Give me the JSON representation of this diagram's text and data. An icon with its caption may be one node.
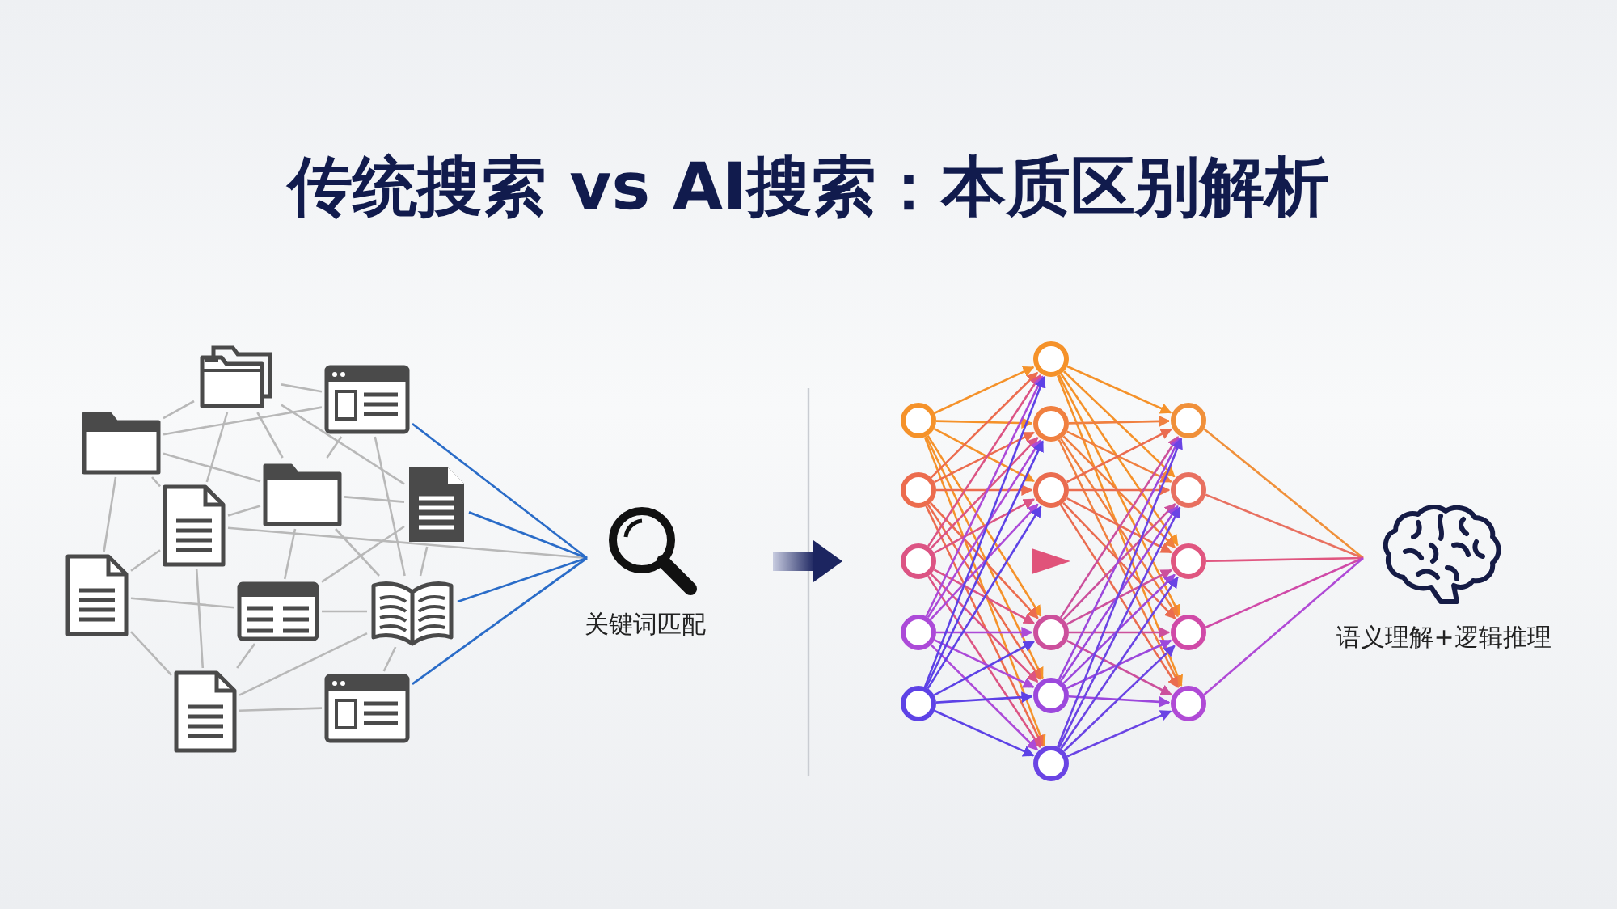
{
  "diagram": {
    "title": "传统搜索 vs AI搜索：本质区别解析",
    "nodes": [
      {
        "text": [],
        "shape": "picture"
      },
      {
        "text": [],
        "shape": "picture"
      },
      {
        "text": [],
        "shape": "picture"
      },
      {
        "text": [],
        "shape": "picture"
      },
      {
        "text": [],
        "shape": "picture"
      },
      {
        "text": [],
        "shape": "picture"
      },
      {
        "text": [],
        "shape": "picture"
      },
      {
        "text": [],
        "shape": "picture"
      },
      {
        "text": [],
        "shape": "picture"
      },
      {
        "text": [],
        "shape": "picture"
      },
      {
        "text": [],
        "shape": "picture"
      },
      {
        "text": [],
        "shape": "picture",
        "beside": [
          "关键词匹配"
        ]
      },
      {
        "text": [],
        "shape": "circle"
      },
      {
        "text": [],
        "shape": "circle"
      },
      {
        "text": [],
        "shape": "circle"
      },
      {
        "text": [],
        "shape": "circle"
      },
      {
        "text": [],
        "shape": "circle"
      },
      {
        "text": [],
        "shape": "circle"
      },
      {
        "text": [],
        "shape": "circle"
      },
      {
        "text": [],
        "shape": "circle"
      },
      {
        "text": [],
        "shape": "circle"
      },
      {
        "text": [],
        "shape": "circle"
      },
      {
        "text": [],
        "shape": "circle"
      },
      {
        "text": [],
        "shape": "circle"
      },
      {
        "text": [],
        "shape": "circle"
      },
      {
        "text": [],
        "shape": "circle"
      },
      {
        "text": [],
        "shape": "circle"
      },
      {
        "text": [],
        "shape": "circle"
      },
      {
        "text": [],
        "shape": "picture",
        "beside": [
          "语义理解+逻辑推理"
        ]
      }
    ],
    "edges": [
      {
        "from": 0,
        "to": 1,
        "arrow": "none",
        "color": "#b8b8b8"
      },
      {
        "from": 0,
        "to": 2,
        "arrow": "none",
        "color": "#b8b8b8"
      },
      {
        "from": 0,
        "to": 5,
        "arrow": "none",
        "color": "#b8b8b8"
      },
      {
        "from": 0,
        "to": 3,
        "arrow": "none",
        "color": "#b8b8b8"
      },
      {
        "from": 0,
        "to": 4,
        "arrow": "none",
        "color": "#b8b8b8"
      },
      {
        "from": 2,
        "to": 1,
        "arrow": "none",
        "color": "#b8b8b8"
      },
      {
        "from": 2,
        "to": 3,
        "arrow": "none",
        "color": "#b8b8b8"
      },
      {
        "from": 2,
        "to": 6,
        "arrow": "none",
        "color": "#b8b8b8"
      },
      {
        "from": 2,
        "to": 5,
        "arrow": "none",
        "color": "#b8b8b8"
      },
      {
        "from": 1,
        "to": 3,
        "arrow": "none",
        "color": "#b8b8b8"
      },
      {
        "from": 1,
        "to": 8,
        "arrow": "none",
        "color": "#b8b8b8"
      },
      {
        "from": 3,
        "to": 4,
        "arrow": "none",
        "color": "#b8b8b8"
      },
      {
        "from": 3,
        "to": 5,
        "arrow": "none",
        "color": "#b8b8b8"
      },
      {
        "from": 3,
        "to": 7,
        "arrow": "none",
        "color": "#b8b8b8"
      },
      {
        "from": 3,
        "to": 8,
        "arrow": "none",
        "color": "#b8b8b8"
      },
      {
        "from": 5,
        "to": 6,
        "arrow": "none",
        "color": "#b8b8b8"
      },
      {
        "from": 5,
        "to": 9,
        "arrow": "none",
        "color": "#b8b8b8"
      },
      {
        "from": 5,
        "to": 11,
        "arrow": "none",
        "color": "#b8b8b8"
      },
      {
        "from": 4,
        "to": 7,
        "arrow": "none",
        "color": "#b8b8b8"
      },
      {
        "from": 4,
        "to": 8,
        "arrow": "none",
        "color": "#b8b8b8"
      },
      {
        "from": 6,
        "to": 7,
        "arrow": "none",
        "color": "#b8b8b8"
      },
      {
        "from": 6,
        "to": 9,
        "arrow": "none",
        "color": "#b8b8b8"
      },
      {
        "from": 7,
        "to": 8,
        "arrow": "none",
        "color": "#b8b8b8"
      },
      {
        "from": 7,
        "to": 9,
        "arrow": "none",
        "color": "#b8b8b8"
      },
      {
        "from": 8,
        "to": 9,
        "arrow": "none",
        "color": "#b8b8b8"
      },
      {
        "from": 8,
        "to": 10,
        "arrow": "none",
        "color": "#b8b8b8"
      },
      {
        "from": 9,
        "to": 10,
        "arrow": "none",
        "color": "#b8b8b8"
      },
      {
        "from": 1,
        "to": 11,
        "arrow": "none",
        "color": "#2a6cc8"
      },
      {
        "from": 4,
        "to": 11,
        "arrow": "none",
        "color": "#2a6cc8"
      },
      {
        "from": 8,
        "to": 11,
        "arrow": "none",
        "color": "#2a6cc8"
      },
      {
        "from": 10,
        "to": 11,
        "arrow": "none",
        "color": "#2a6cc8"
      },
      {
        "from": 12,
        "to": 17,
        "arrow": "to",
        "color": "#f5922a"
      },
      {
        "from": 12,
        "to": 18,
        "arrow": "to",
        "color": "#f5922a"
      },
      {
        "from": 12,
        "to": 19,
        "arrow": "to",
        "color": "#f5922a"
      },
      {
        "from": 12,
        "to": 20,
        "arrow": "to",
        "color": "#f5922a"
      },
      {
        "from": 12,
        "to": 21,
        "arrow": "to",
        "color": "#f5922a"
      },
      {
        "from": 12,
        "to": 22,
        "arrow": "to",
        "color": "#f5922a"
      },
      {
        "from": 13,
        "to": 17,
        "arrow": "to",
        "color": "#ec6c4e"
      },
      {
        "from": 13,
        "to": 18,
        "arrow": "to",
        "color": "#ec6c4e"
      },
      {
        "from": 13,
        "to": 19,
        "arrow": "to",
        "color": "#ec6c4e"
      },
      {
        "from": 13,
        "to": 20,
        "arrow": "to",
        "color": "#ec6c4e"
      },
      {
        "from": 13,
        "to": 21,
        "arrow": "to",
        "color": "#ec6c4e"
      },
      {
        "from": 13,
        "to": 22,
        "arrow": "to",
        "color": "#ec6c4e"
      },
      {
        "from": 14,
        "to": 17,
        "arrow": "to",
        "color": "#dc5484"
      },
      {
        "from": 14,
        "to": 18,
        "arrow": "to",
        "color": "#dc5484"
      },
      {
        "from": 14,
        "to": 19,
        "arrow": "to",
        "color": "#dc5484"
      },
      {
        "from": 14,
        "to": 20,
        "arrow": "to",
        "color": "#dc5484"
      },
      {
        "from": 14,
        "to": 21,
        "arrow": "to",
        "color": "#dc5484"
      },
      {
        "from": 14,
        "to": 22,
        "arrow": "to",
        "color": "#dc5484"
      },
      {
        "from": 15,
        "to": 17,
        "arrow": "to",
        "color": "#ac4ad8"
      },
      {
        "from": 15,
        "to": 18,
        "arrow": "to",
        "color": "#ac4ad8"
      },
      {
        "from": 15,
        "to": 19,
        "arrow": "to",
        "color": "#ac4ad8"
      },
      {
        "from": 15,
        "to": 20,
        "arrow": "to",
        "color": "#ac4ad8"
      },
      {
        "from": 15,
        "to": 21,
        "arrow": "to",
        "color": "#ac4ad8"
      },
      {
        "from": 15,
        "to": 22,
        "arrow": "to",
        "color": "#ac4ad8"
      },
      {
        "from": 16,
        "to": 17,
        "arrow": "to",
        "color": "#5d42e6"
      },
      {
        "from": 16,
        "to": 18,
        "arrow": "to",
        "color": "#5d42e6"
      },
      {
        "from": 16,
        "to": 19,
        "arrow": "to",
        "color": "#5d42e6"
      },
      {
        "from": 16,
        "to": 20,
        "arrow": "to",
        "color": "#5d42e6"
      },
      {
        "from": 16,
        "to": 21,
        "arrow": "to",
        "color": "#5d42e6"
      },
      {
        "from": 16,
        "to": 22,
        "arrow": "to",
        "color": "#5d42e6"
      },
      {
        "from": 17,
        "to": 23,
        "arrow": "to",
        "color": "#f5922a"
      },
      {
        "from": 17,
        "to": 24,
        "arrow": "to",
        "color": "#f5922a"
      },
      {
        "from": 17,
        "to": 25,
        "arrow": "to",
        "color": "#f5922a"
      },
      {
        "from": 17,
        "to": 26,
        "arrow": "to",
        "color": "#f5922a"
      },
      {
        "from": 17,
        "to": 27,
        "arrow": "to",
        "color": "#f5922a"
      },
      {
        "from": 18,
        "to": 23,
        "arrow": "to",
        "color": "#f08040"
      },
      {
        "from": 18,
        "to": 24,
        "arrow": "to",
        "color": "#f08040"
      },
      {
        "from": 18,
        "to": 25,
        "arrow": "to",
        "color": "#f08040"
      },
      {
        "from": 18,
        "to": 26,
        "arrow": "to",
        "color": "#f08040"
      },
      {
        "from": 18,
        "to": 27,
        "arrow": "to",
        "color": "#f08040"
      },
      {
        "from": 19,
        "to": 23,
        "arrow": "to",
        "color": "#ea6c50"
      },
      {
        "from": 19,
        "to": 24,
        "arrow": "to",
        "color": "#ea6c50"
      },
      {
        "from": 19,
        "to": 25,
        "arrow": "to",
        "color": "#ea6c50"
      },
      {
        "from": 19,
        "to": 26,
        "arrow": "to",
        "color": "#ea6c50"
      },
      {
        "from": 19,
        "to": 27,
        "arrow": "to",
        "color": "#ea6c50"
      },
      {
        "from": 20,
        "to": 23,
        "arrow": "to",
        "color": "#cc509c"
      },
      {
        "from": 20,
        "to": 24,
        "arrow": "to",
        "color": "#cc509c"
      },
      {
        "from": 20,
        "to": 25,
        "arrow": "to",
        "color": "#cc509c"
      },
      {
        "from": 20,
        "to": 26,
        "arrow": "to",
        "color": "#cc509c"
      },
      {
        "from": 20,
        "to": 27,
        "arrow": "to",
        "color": "#cc509c"
      },
      {
        "from": 21,
        "to": 23,
        "arrow": "to",
        "color": "#9c48dc"
      },
      {
        "from": 21,
        "to": 24,
        "arrow": "to",
        "color": "#9c48dc"
      },
      {
        "from": 21,
        "to": 25,
        "arrow": "to",
        "color": "#9c48dc"
      },
      {
        "from": 21,
        "to": 26,
        "arrow": "to",
        "color": "#9c48dc"
      },
      {
        "from": 21,
        "to": 27,
        "arrow": "to",
        "color": "#9c48dc"
      },
      {
        "from": 22,
        "to": 23,
        "arrow": "to",
        "color": "#6a44e4"
      },
      {
        "from": 22,
        "to": 24,
        "arrow": "to",
        "color": "#6a44e4"
      },
      {
        "from": 22,
        "to": 25,
        "arrow": "to",
        "color": "#6a44e4"
      },
      {
        "from": 22,
        "to": 26,
        "arrow": "to",
        "color": "#6a44e4"
      },
      {
        "from": 22,
        "to": 27,
        "arrow": "to",
        "color": "#6a44e4"
      },
      {
        "from": 23,
        "to": 28,
        "arrow": "none",
        "color": "#f0903a"
      },
      {
        "from": 24,
        "to": 28,
        "arrow": "none",
        "color": "#e87060"
      },
      {
        "from": 25,
        "to": 28,
        "arrow": "none",
        "color": "#e05680"
      },
      {
        "from": 26,
        "to": 28,
        "arrow": "none",
        "color": "#d04aa8"
      },
      {
        "from": 27,
        "to": 28,
        "arrow": "none",
        "color": "#b04ad6"
      }
    ]
  }
}
